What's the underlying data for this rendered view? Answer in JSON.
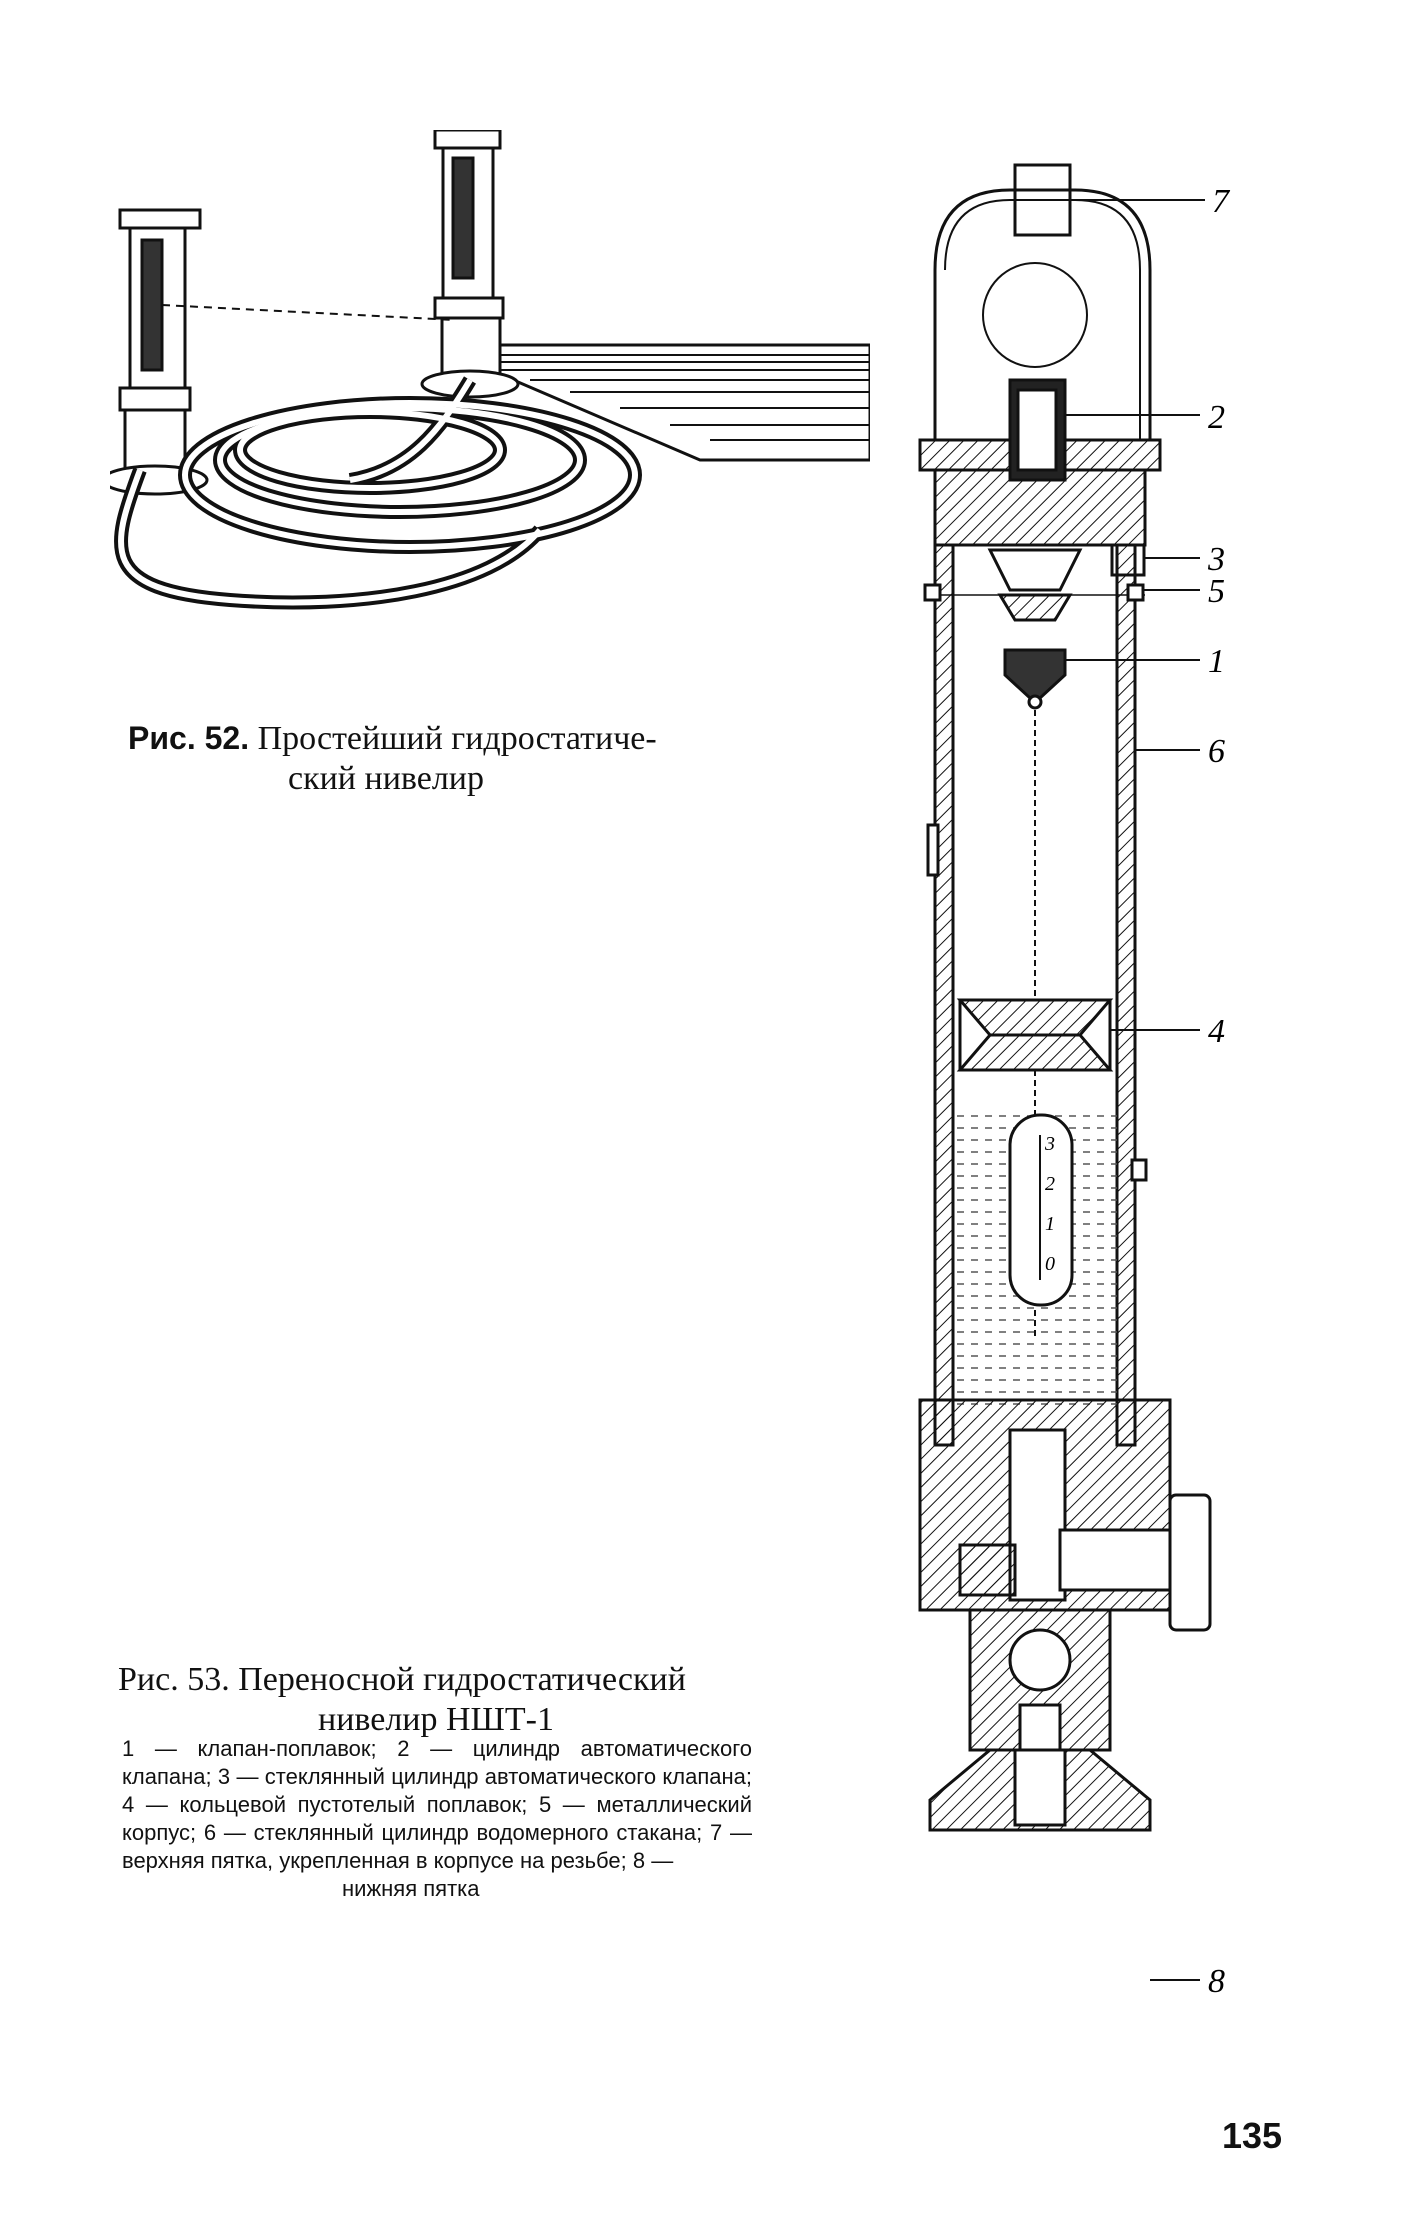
{
  "figure52": {
    "caption_label": "Рис. 52.",
    "caption_line1": "Простейший гидростатиче-",
    "caption_line2": "ский нивелир"
  },
  "figure53": {
    "caption_line1": "Рис. 53. Переносной гидростатический",
    "caption_line2": "нивелир НШТ-1",
    "legend": "1 — клапан-поплавок; 2 — цилиндр автоматического клапана; 3 — стеклянный цилиндр автоматического клапана; 4 — кольцевой пустотелый поплавок; 5 — металлический корпус; 6 — стеклянный цилиндр водомерного стакана; 7 — верхняя пятка, укрепленная в корпусе на резьбе; 8 —",
    "legend_last": "нижняя пятка",
    "callouts": [
      "7",
      "2",
      "3",
      "1",
      "6",
      "5",
      "4",
      "8"
    ],
    "scale_marks": [
      "3",
      "2",
      "1",
      "0"
    ]
  },
  "page_number": "135"
}
